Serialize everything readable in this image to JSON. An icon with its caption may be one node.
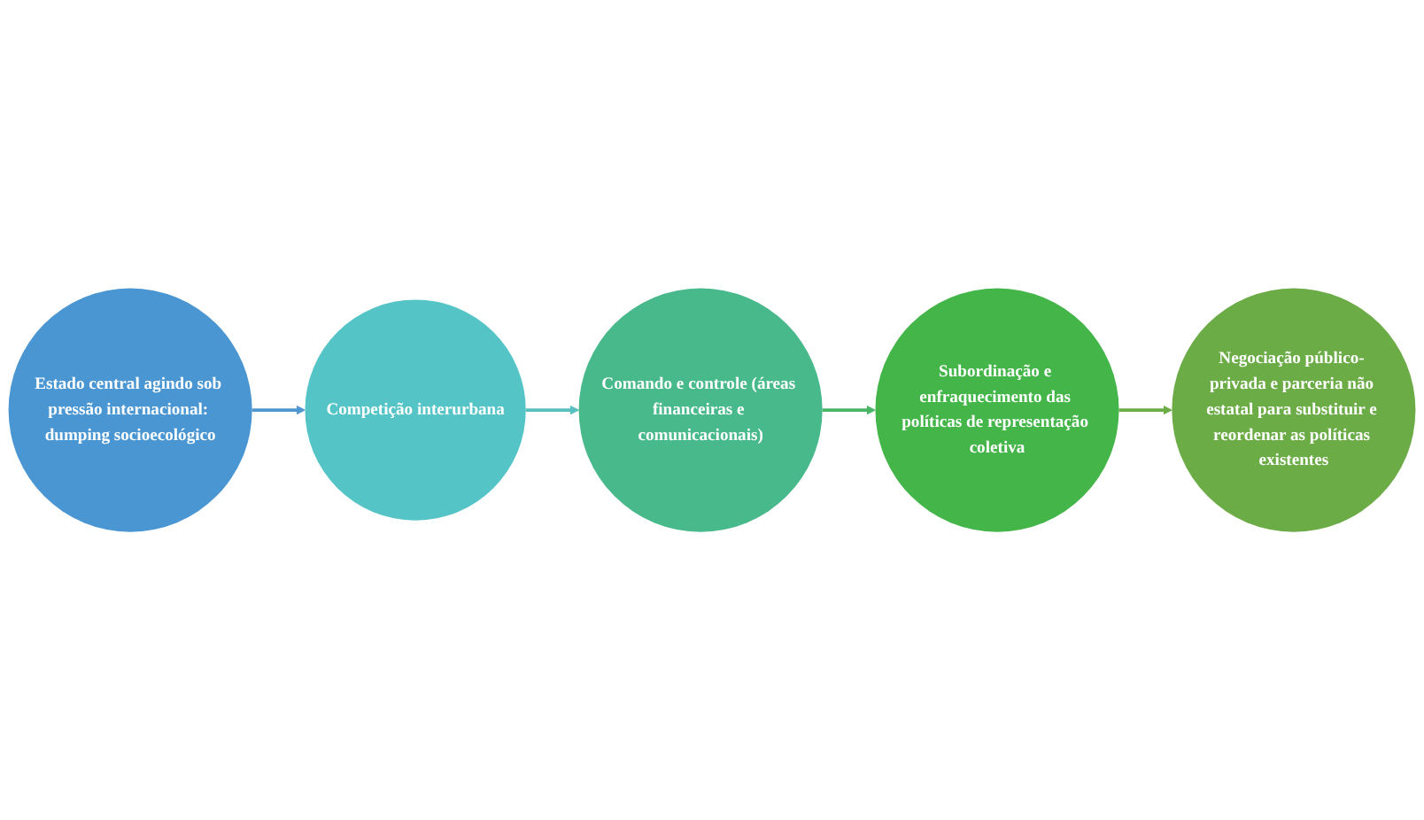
{
  "diagram": {
    "nodes": [
      {
        "text": [
          "Estado central agindo sob pressão internacional: dumping socioecológico"
        ]
      },
      {
        "text": [
          "Competição interurbana"
        ]
      },
      {
        "text": [
          "Comando e controle (áreas financeiras e comunicacionais)"
        ]
      },
      {
        "text": [
          "Subordinação e enfraquecimento das políticas de representação coletiva"
        ]
      },
      {
        "text": [
          "Negociação público- privada e parceria não estatal para substituir e reordenar as políticas existentes"
        ]
      }
    ],
    "edges": [
      {
        "from": 0,
        "to": 1,
        "arrow": "to",
        "color": "#4f97d0"
      },
      {
        "from": 1,
        "to": 2,
        "arrow": "to",
        "color": "#57bfbf"
      },
      {
        "from": 2,
        "to": 3,
        "arrow": "to",
        "color": "#47b564"
      },
      {
        "from": 3,
        "to": 4,
        "arrow": "to",
        "color": "#6aac46"
      }
    ]
  }
}
